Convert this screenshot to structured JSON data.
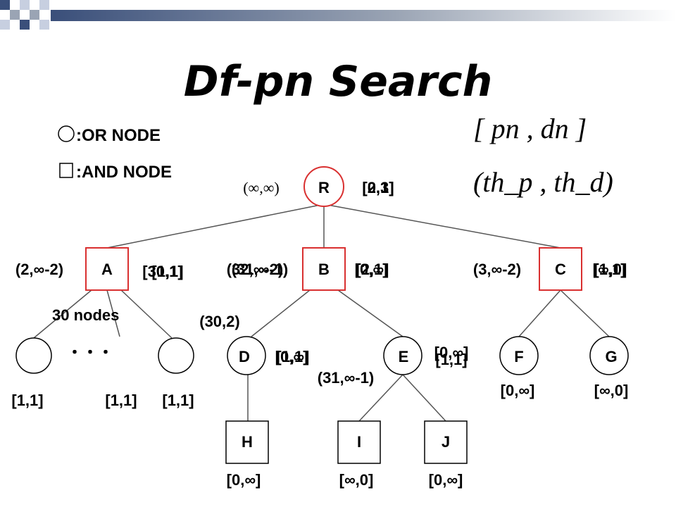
{
  "title": "Df-pn Search",
  "legend": {
    "or_node": ":OR NODE",
    "and_node": ":AND NODE"
  },
  "notation": {
    "proof_disproof_line1": "[ pn , dn ]",
    "thresholds_line2": "(th_p , th_d)"
  },
  "colors": {
    "accent_red": "#d93030",
    "deco_blue_dark": "#3a4f7a",
    "deco_blue_light": "#c7cfe0",
    "deco_gray": "#9aa4b4"
  },
  "nodes": {
    "R": {
      "label": "R",
      "threshold": "(∞,∞)",
      "pn_dn_overlap_a": "[0,1]",
      "pn_dn_overlap_b": "[2,3]"
    },
    "A": {
      "label": "A",
      "threshold": "(2,∞-2)",
      "pn_dn_overlap_a": "[30,1]",
      "pn_dn_overlap_b": "[1,1]"
    },
    "B": {
      "label": "B",
      "threshold_overlap_a": "(32,∞-2)",
      "threshold_overlap_b": "(31,∞-1)",
      "pn_dn_overlap_a": "[0,∞]",
      "pn_dn_overlap_b": "[2,1]"
    },
    "C": {
      "label": "C",
      "threshold": "(3,∞-2)",
      "pn_dn_overlap_a": "[1,1]",
      "pn_dn_overlap_b": "[∞,0]"
    },
    "D": {
      "label": "D",
      "threshold": "(30,2)",
      "pn_dn_overlap_a": "[0,∞]",
      "pn_dn_overlap_b": "[1,1]"
    },
    "E": {
      "label": "E",
      "threshold": "(31,∞-1)",
      "pn_dn_overlap_a": "[0,∞]",
      "pn_dn_overlap_b": "[1,1]"
    },
    "F": {
      "label": "F",
      "pn_dn": "[0,∞]"
    },
    "G": {
      "label": "G",
      "pn_dn": "[∞,0]"
    },
    "H": {
      "label": "H",
      "pn_dn": "[0,∞]"
    },
    "I": {
      "label": "I",
      "pn_dn": "[∞,0]"
    },
    "J": {
      "label": "J",
      "pn_dn": "[0,∞]"
    }
  },
  "a_children": {
    "count_label": "30 nodes",
    "ellipsis": "・・・",
    "values": [
      "[1,1]",
      "[1,1]",
      "[1,1]"
    ]
  }
}
